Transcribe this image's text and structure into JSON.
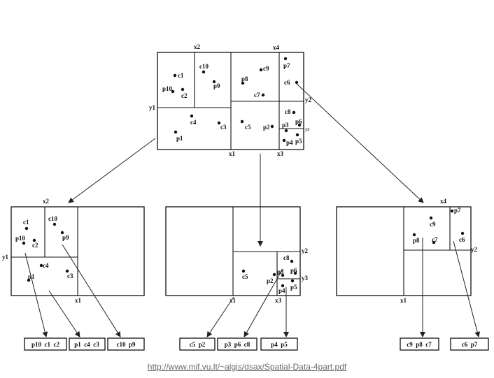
{
  "source_url": "http://www.mif.vu.lt/~algis/dsax/Spatial-Data-4part.pdf",
  "root": {
    "axis_labels": [
      "x2",
      "x4",
      "y1",
      "y2",
      "x1",
      "x3",
      "y3"
    ],
    "points": [
      "c1",
      "c10",
      "p10",
      "c2",
      "p9",
      "p8",
      "c9",
      "p7",
      "c7",
      "c6",
      "c4",
      "c3",
      "p1",
      "c5",
      "p2",
      "c8",
      "p3",
      "p6",
      "p4",
      "p5"
    ]
  },
  "left_node": {
    "axis_labels": [
      "x2",
      "y1",
      "x1"
    ],
    "points": [
      "c1",
      "c10",
      "p10",
      "c2",
      "p9",
      "c4",
      "p1",
      "c3"
    ]
  },
  "middle_node": {
    "axis_labels": [
      "y2",
      "x1",
      "x3",
      "y3"
    ],
    "points": [
      "c5",
      "p2",
      "c8",
      "p3",
      "p6",
      "p4",
      "p5"
    ]
  },
  "right_node": {
    "axis_labels": [
      "x4",
      "y2",
      "x1"
    ],
    "points": [
      "p7",
      "c9",
      "p8",
      "c7",
      "c6"
    ]
  },
  "leaves": [
    "p10  c1  c2",
    "p1  c4  c3",
    "c10  p9",
    "c5  p2",
    "p3  p6  c8",
    "p4  p5",
    "c9  p8  c7",
    "c6  p7"
  ]
}
